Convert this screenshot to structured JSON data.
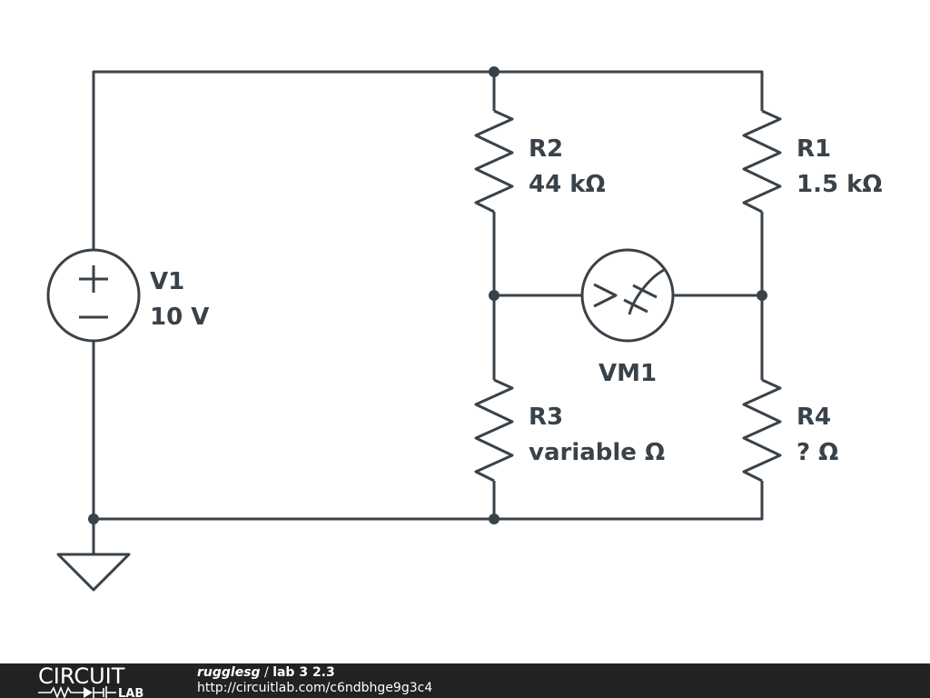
{
  "circuit": {
    "components": [
      {
        "id": "V1",
        "value": "10 V",
        "type": "voltage-source"
      },
      {
        "id": "R2",
        "value": "44 kΩ",
        "type": "resistor"
      },
      {
        "id": "R1",
        "value": "1.5 kΩ",
        "type": "resistor"
      },
      {
        "id": "R3",
        "value": "variable Ω",
        "type": "resistor"
      },
      {
        "id": "R4",
        "value": "? Ω",
        "type": "resistor"
      },
      {
        "id": "VM1",
        "type": "voltmeter"
      }
    ],
    "ground_symbol": "ground-icon"
  },
  "footer": {
    "logo_top": "CIRCUIT",
    "logo_bottom": "LAB",
    "author": "rugglesg",
    "separator": " / ",
    "title": "lab 3 2.3",
    "url": "http://circuitlab.com/c6ndbhge9g3c4",
    "background_color": "#222222"
  },
  "colors": {
    "wire": "#3a4249",
    "background": "#ffffff"
  }
}
